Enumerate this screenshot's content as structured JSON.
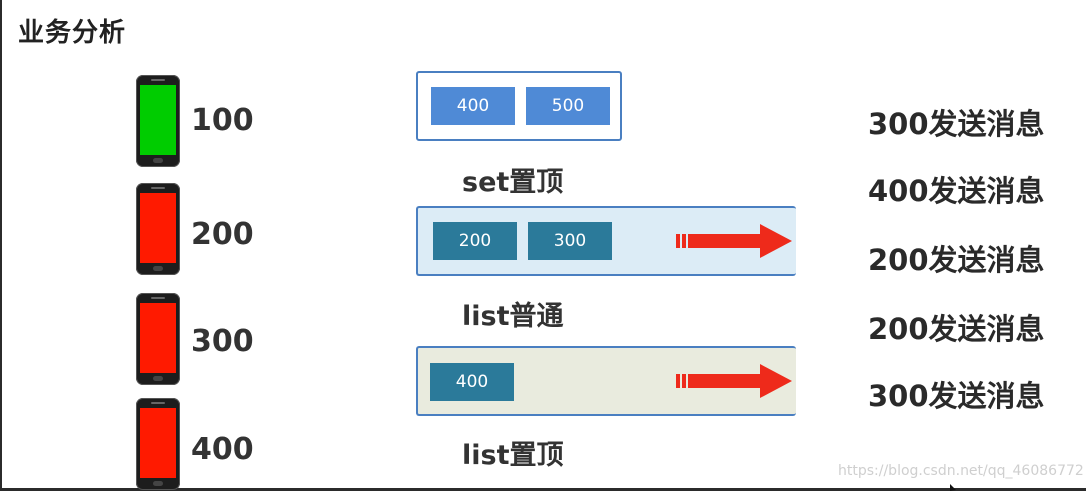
{
  "title": "业务分析",
  "phones": [
    {
      "label": "100",
      "screen_color": "#00cc00"
    },
    {
      "label": "200",
      "screen_color": "#ff1a00"
    },
    {
      "label": "300",
      "screen_color": "#ff1a00"
    },
    {
      "label": "400",
      "screen_color": "#ff1a00"
    }
  ],
  "structures": [
    {
      "label": "set置顶",
      "items": [
        "400",
        "500"
      ],
      "fill": "#ffffff",
      "chip_color": "#4f8ad6"
    },
    {
      "label": "list普通",
      "items": [
        "200",
        "300"
      ],
      "fill": "#dcecf6",
      "chip_color": "#2b7a9a"
    },
    {
      "label": "list置顶",
      "items": [
        "400"
      ],
      "fill": "#e9ebde",
      "chip_color": "#2b7a9a"
    }
  ],
  "arrow_color": "#ee2a1b",
  "messages": [
    "300发送消息",
    "400发送消息",
    "200发送消息",
    "200发送消息",
    "300发送消息"
  ],
  "watermark": "https://blog.csdn.net/qq_46086772"
}
